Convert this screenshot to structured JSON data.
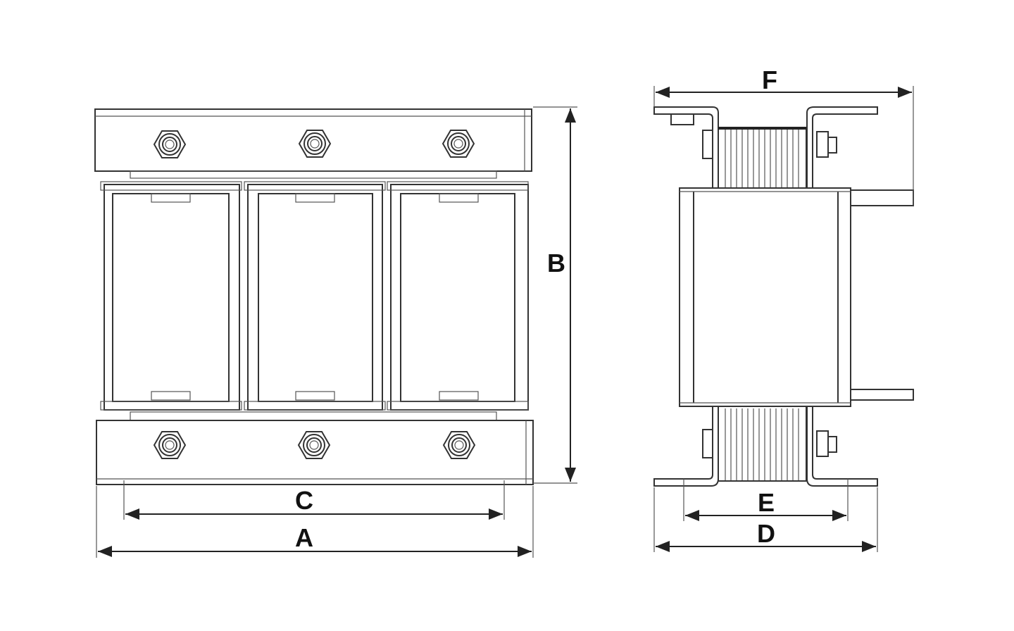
{
  "diagram": {
    "front_view": {
      "labels": {
        "A": "A",
        "B": "B",
        "C": "C"
      }
    },
    "side_view": {
      "labels": {
        "D": "D",
        "E": "E",
        "F": "F"
      }
    },
    "colors": {
      "line": "#333333",
      "background": "#ffffff"
    }
  }
}
